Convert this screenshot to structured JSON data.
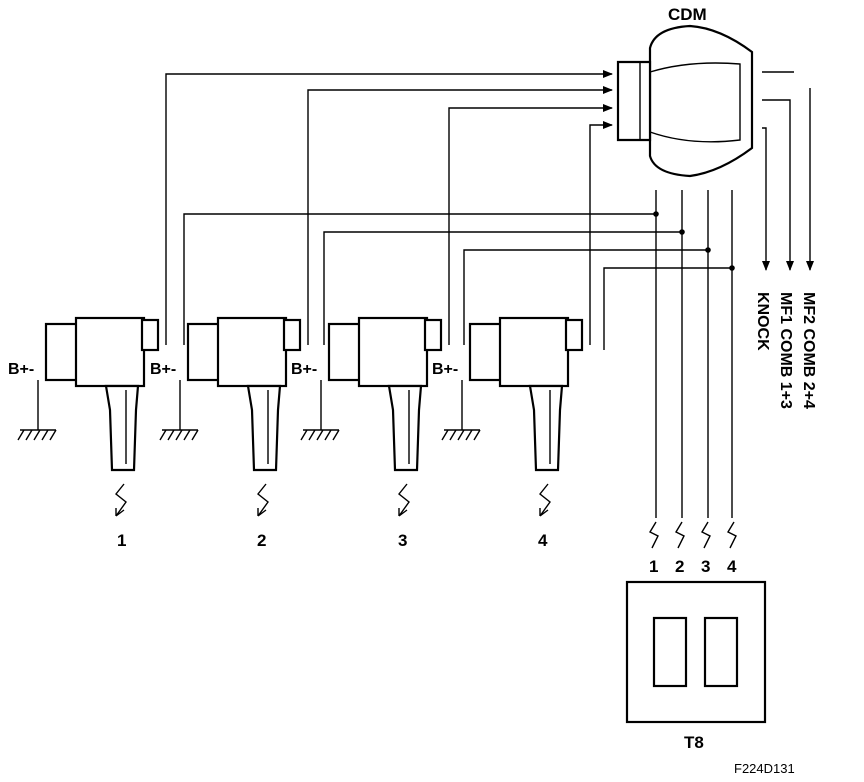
{
  "cdm_label": "CDM",
  "coils": [
    {
      "label": "1",
      "power_label": "B+-"
    },
    {
      "label": "2",
      "power_label": "B+-"
    },
    {
      "label": "3",
      "power_label": "B+-"
    },
    {
      "label": "4",
      "power_label": "B+-"
    }
  ],
  "t8_channels": [
    "1",
    "2",
    "3",
    "4"
  ],
  "t8_label": "T8",
  "signal_labels": [
    "KNOCK",
    "MF1 COMB 1+3",
    "MF2 COMB 2+4"
  ],
  "figure_id": "F224D131"
}
